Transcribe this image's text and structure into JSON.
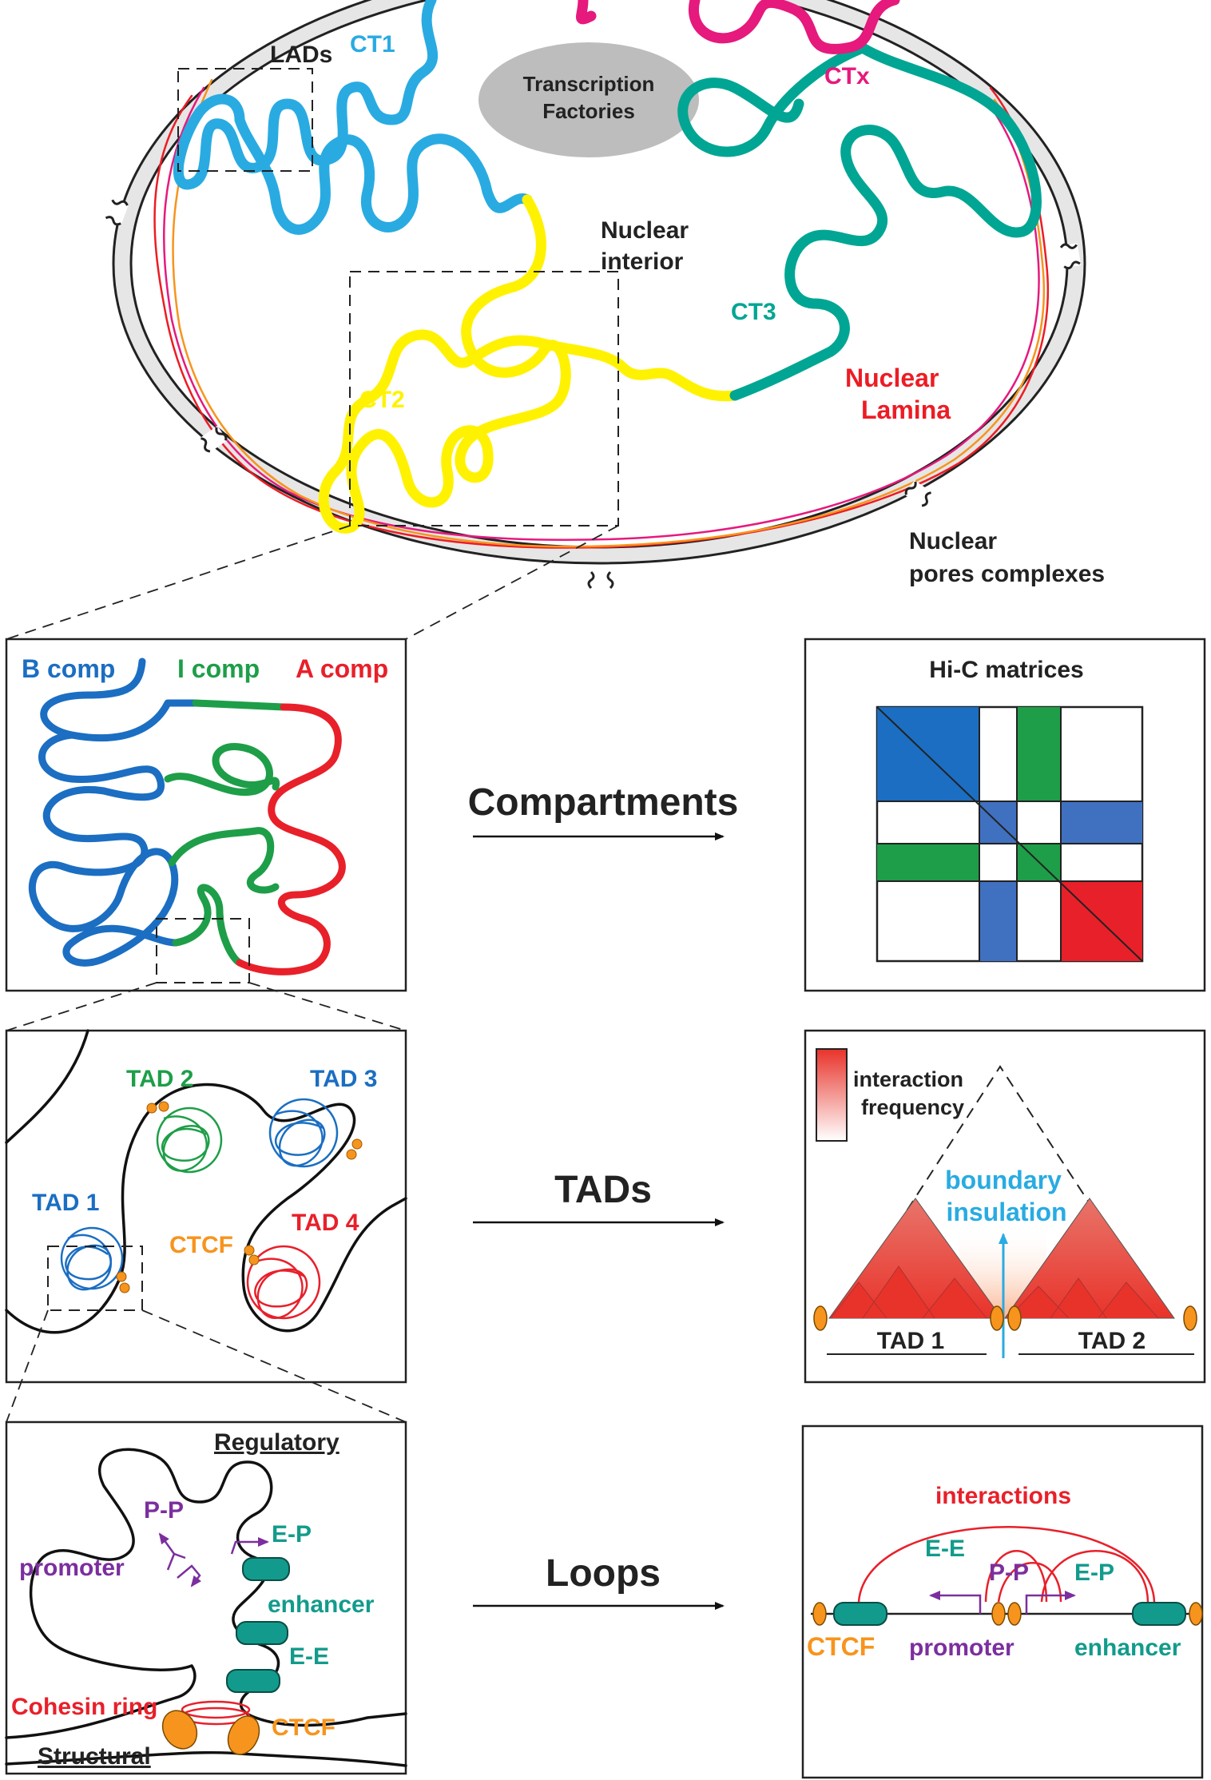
{
  "colors": {
    "ct1": "#29abe2",
    "ct2": "#fff200",
    "ct3": "#00a693",
    "ctx": "#e6197d",
    "lamina": "#ed1c24",
    "orange": "#f7941d",
    "b_comp": "#1b6ec2",
    "i_comp": "#1e9e48",
    "a_comp": "#e8202a",
    "purple": "#7b2f9e",
    "teal": "#129b8c",
    "blue_text": "#29abe2",
    "gray_factory": "#bdbdbd"
  },
  "nucleus": {
    "lads": "LADs",
    "ct1": "CT1",
    "ct2": "CT2",
    "ct3": "CT3",
    "ctx": "CTx",
    "factories_line1": "Transcription",
    "factories_line2": "Factories",
    "interior_line1": "Nuclear",
    "interior_line2": "interior",
    "lamina_line1": "Nuclear",
    "lamina_line2": "Lamina",
    "pores_line1": "Nuclear",
    "pores_line2": "pores complexes"
  },
  "compartments": {
    "b_label": "B comp",
    "i_label": "I comp",
    "a_label": "A comp",
    "arrow_label": "Compartments",
    "hic_title": "Hi-C matrices"
  },
  "tads": {
    "tad1": "TAD 1",
    "tad2": "TAD 2",
    "tad3": "TAD 3",
    "tad4": "TAD 4",
    "ctcf": "CTCF",
    "arrow_label": "TADs",
    "legend_line1": "interaction",
    "legend_line2": "frequency",
    "boundary_line1": "boundary",
    "boundary_line2": "insulation",
    "axis_tad1": "TAD 1",
    "axis_tad2": "TAD 2"
  },
  "loops": {
    "regulatory": "Regulatory",
    "structural": "Structural",
    "pp": "P-P",
    "ep": "E-P",
    "ee": "E-E",
    "promoter": "promoter",
    "enhancer": "enhancer",
    "cohesin": "Cohesin ring",
    "ctcf": "CTCF",
    "arrow_label": "Loops",
    "interactions": "interactions",
    "r_ee": "E-E",
    "r_pp": "P-P",
    "r_ep": "E-P",
    "r_ctcf": "CTCF",
    "r_promoter": "promoter",
    "r_enhancer": "enhancer"
  }
}
